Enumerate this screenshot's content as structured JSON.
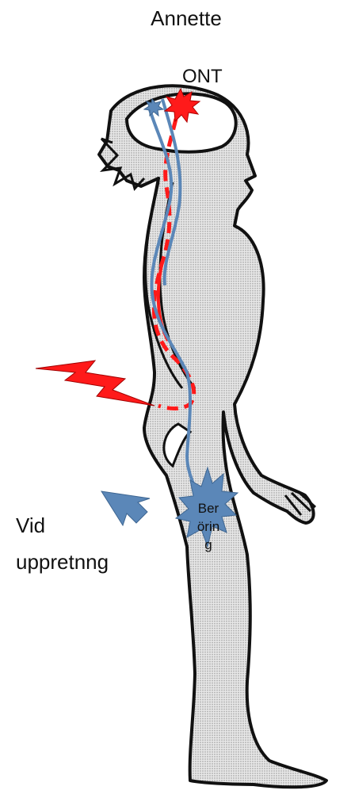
{
  "title": "Annette",
  "pain_label": "ONT",
  "touch_label": "Berörin g",
  "caption": {
    "line1": "Vid",
    "line2": "uppretnng"
  },
  "colors": {
    "pain": "#ff1a1a",
    "nerve": "#5b87b8",
    "figure_fill": "#dcdcdc",
    "outline": "#111111"
  },
  "icons": {
    "pain_burst": "red-star-burst",
    "lightning": "red-lightning-bolt",
    "arrow": "blue-arrow-down-left",
    "touch_burst": "blue-star-burst"
  }
}
